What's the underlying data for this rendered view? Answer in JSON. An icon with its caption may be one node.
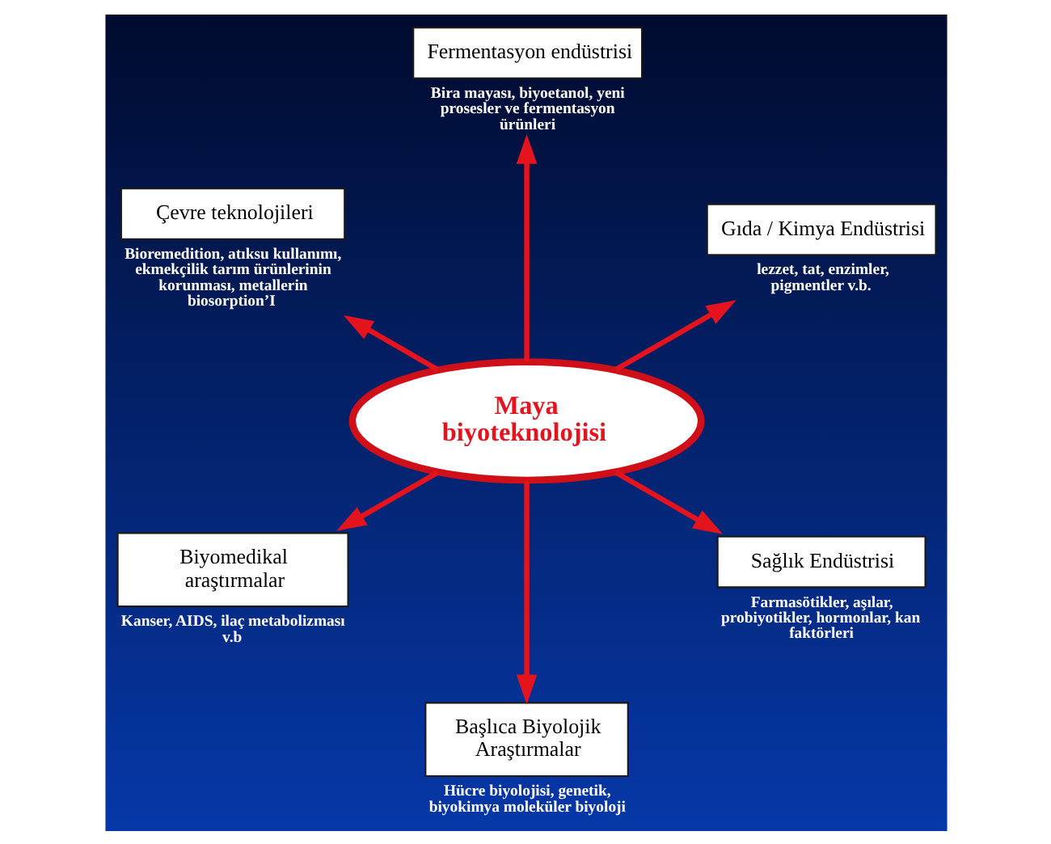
{
  "diagram": {
    "nodes": [
      {
        "text": [
          "Fermentasyon endüstrisi"
        ],
        "beside": [
          "Bira mayası, biyoetanol, yeni prosesler ve fermentasyon ürünleri"
        ]
      },
      {
        "text": [
          "Çevre teknolojileri"
        ],
        "beside": [
          "Bioremedition, atıksu kullanımı, ekmekçilik tarım ürünlerinin korunması, metallerin biosorption’I"
        ]
      },
      {
        "text": [
          "Gıda / Kimya Endüstrisi"
        ],
        "beside": [
          "lezzet, tat, enzimler, pigmentler v.b."
        ]
      },
      {
        "text": [
          "Maya biyoteknolojisi"
        ]
      },
      {
        "text": [
          "Biyomedikal araştırmalar"
        ],
        "beside": [
          "Kanser, AIDS, ilaç metabolizması v.b"
        ]
      },
      {
        "text": [
          "Sağlık Endüstrisi"
        ],
        "beside": [
          "Farmasötikler, aşılar, probiyotikler, hormonlar, kan faktörleri"
        ]
      },
      {
        "text": [
          "Başlıca Biyolojik Araştırmalar"
        ],
        "beside": [
          "Hücre biyolojisi, genetik, biyokimya moleküler biyoloji"
        ]
      }
    ],
    "edges": [
      {
        "from": 3,
        "to": 0,
        "arrow": "to"
      },
      {
        "from": 3,
        "to": 1,
        "arrow": "to"
      },
      {
        "from": 3,
        "to": 2,
        "arrow": "to"
      },
      {
        "from": 3,
        "to": 4,
        "arrow": "to"
      },
      {
        "from": 3,
        "to": 5,
        "arrow": "to"
      },
      {
        "from": 3,
        "to": 6,
        "arrow": "to"
      }
    ]
  }
}
